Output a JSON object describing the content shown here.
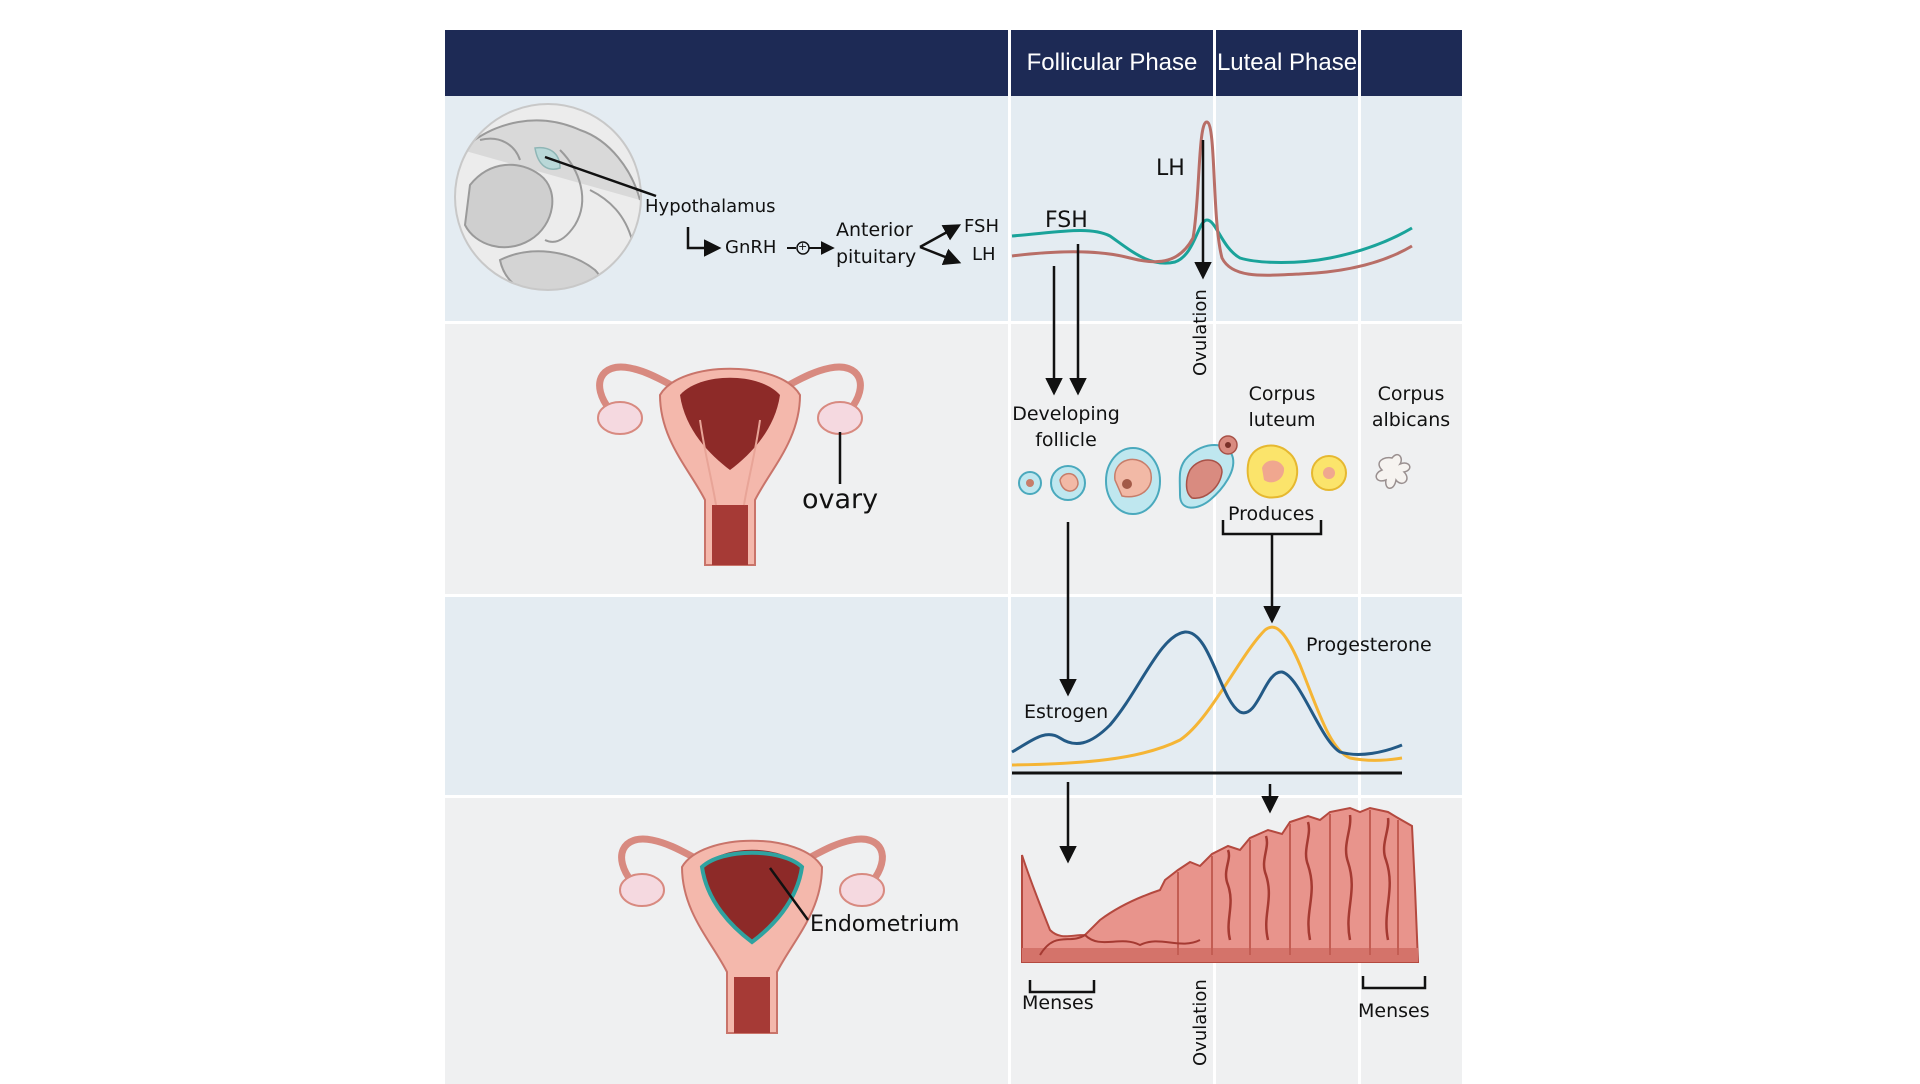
{
  "header": {
    "follicular_phase": "Follicular Phase",
    "luteal_phase": "Luteal Phase"
  },
  "brain": {
    "hypothalamus": "Hypothalamus",
    "gnrh": "GnRH",
    "plus_sign": "+",
    "anterior": "Anterior",
    "pituitary": "pituitary",
    "fsh": "FSH",
    "lh": "LH"
  },
  "hormone_graph": {
    "fsh": "FSH",
    "lh": "LH",
    "ovulation": "Ovulation"
  },
  "ovary_row": {
    "ovary": "ovary",
    "developing_follicle_1": "Developing",
    "developing_follicle_2": "follicle",
    "corpus_luteum_1": "Corpus",
    "corpus_luteum_2": "luteum",
    "corpus_albicans_1": "Corpus",
    "corpus_albicans_2": "albicans",
    "produces": "Produces"
  },
  "steroid_graph": {
    "estrogen": "Estrogen",
    "progesterone": "Progesterone"
  },
  "uterus_row": {
    "endometrium": "Endometrium",
    "menses_left": "Menses",
    "menses_right": "Menses",
    "ovulation": "Ovulation"
  },
  "colors": {
    "header": "#1d2a55",
    "row_blue": "#e4ecf2",
    "row_gray": "#eff0f1",
    "fsh_curve": "#1aa39a",
    "lh_curve": "#b86e67",
    "estrogen_curve": "#235a86",
    "progesterone_curve": "#f5b535",
    "endometrium": "#e8948c",
    "endometrium_dark": "#b4493f"
  }
}
